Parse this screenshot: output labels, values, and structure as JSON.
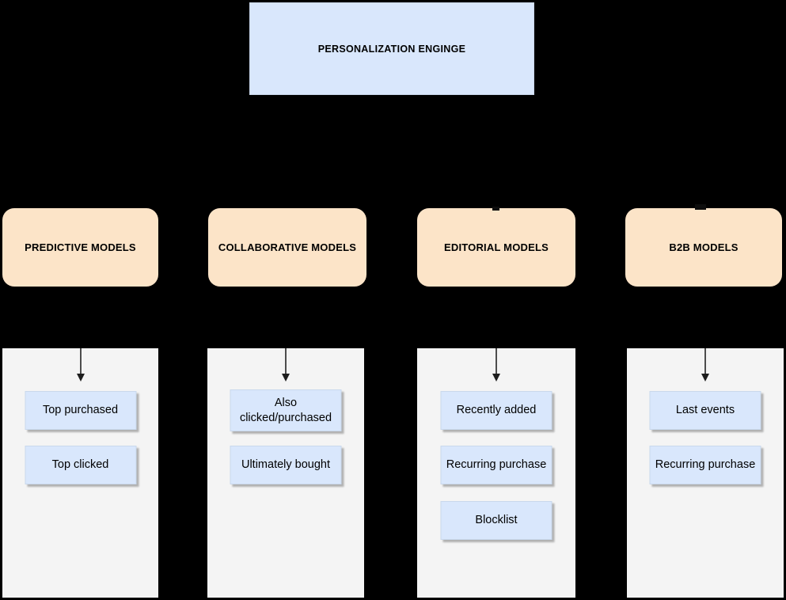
{
  "diagram": {
    "root": {
      "label": "PERSONALIZATION ENGINGE"
    },
    "colors": {
      "background": "#000000",
      "node_blue_fill": "#d9e7fc",
      "node_blue_border": "#c9d8ec",
      "node_peach_fill": "#fce4c8",
      "panel_fill": "#f4f4f4",
      "arrow": "#4d4d4d",
      "text": "#000000"
    },
    "columns": [
      {
        "label": "PREDICTIVE MODELS",
        "children": [
          "Top purchased",
          "Top clicked"
        ]
      },
      {
        "label": "COLLABORATIVE MODELS",
        "children": [
          "Also clicked/purchased",
          "Ultimately bought"
        ]
      },
      {
        "label": "EDITORIAL MODELS",
        "children": [
          "Recently added",
          "Recurring purchase",
          "Blocklist"
        ]
      },
      {
        "label": "B2B MODELS",
        "children": [
          "Last events",
          "Recurring purchase"
        ]
      }
    ]
  }
}
